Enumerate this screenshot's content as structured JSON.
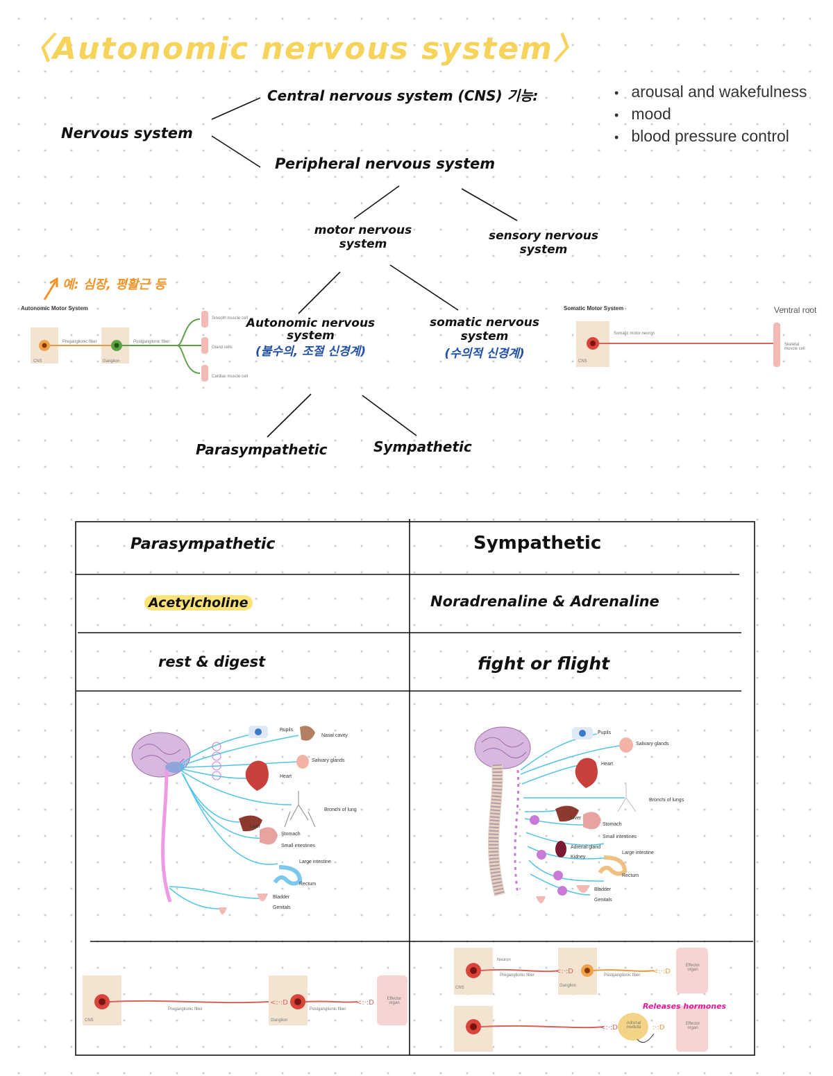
{
  "title": "〈Autonomic nervous system〉",
  "tree": {
    "root": "Nervous system",
    "cns": "Central nervous system (CNS) 기능:",
    "pns": "Peripheral nervous system",
    "motor": [
      "motor nervous",
      "system"
    ],
    "sensory": [
      "sensory nervous",
      "system"
    ],
    "autonomic": [
      "Autonomic nervous",
      "system"
    ],
    "autonomic_note": "(불수의, 조절 신경계)",
    "somatic": [
      "somatic nervous",
      "system"
    ],
    "somatic_note": "(수의적 신경계)",
    "para": "Parasympathetic",
    "symp": "Sympathetic"
  },
  "cns_functions": [
    "arousal and wakefulness",
    "mood",
    "blood pressure control"
  ],
  "annotation": "예: 심장, 평활근 등",
  "autonomic_diagram": {
    "title": "Autonomic Motor System",
    "cns": "CNS",
    "preganglionic": "Preganglionic fiber",
    "ganglion": "Ganglion",
    "postganglionic": "Postganglionic fiber",
    "targets": [
      "Smooth muscle cell",
      "Gland cells",
      "Cardiac muscle cell"
    ]
  },
  "somatic_diagram": {
    "title": "Somatic Motor System",
    "ventral": "Ventral root",
    "neuron": "Somatic motor neuron",
    "cns": "CNS",
    "target": "Skeletal muscle cell"
  },
  "table": {
    "headers": [
      "Parasympathetic",
      "Sympathetic"
    ],
    "transmitters": [
      "Acetylcholine",
      "Noradrenaline & Adrenaline"
    ],
    "responses": [
      "rest & digest",
      "fight or flight"
    ],
    "para_organs": [
      "Pupils",
      "Nasal cavity",
      "Salivary glands",
      "Heart",
      "Bronchi of lung",
      "Liver",
      "Stomach",
      "Small intestines",
      "Large intestine",
      "Rectum",
      "Bladder",
      "Genitals"
    ],
    "symp_organs": [
      "Pupils",
      "Salivary glands",
      "Heart",
      "Bronchi of lungs",
      "Liver",
      "Stomach",
      "Small intestines",
      "Adrenal gland",
      "Kidney",
      "Large intestine",
      "Rectum",
      "Bladder",
      "Genitals"
    ],
    "para_pathway": {
      "cns": "CNS",
      "pre": "Preganglionic fiber",
      "ganglion": "Ganglion",
      "post": "Postganglionic fiber",
      "effector": "Effector organ"
    },
    "symp_pathway": {
      "neuron": "Neuron",
      "cns": "CNS",
      "pre": "Preganglionic fiber",
      "ganglion": "Ganglion",
      "post": "Postganglionic fiber",
      "effector": "Effector organ",
      "adrenal": "Adrenal medulla",
      "hormone": "Releases hormones"
    }
  }
}
